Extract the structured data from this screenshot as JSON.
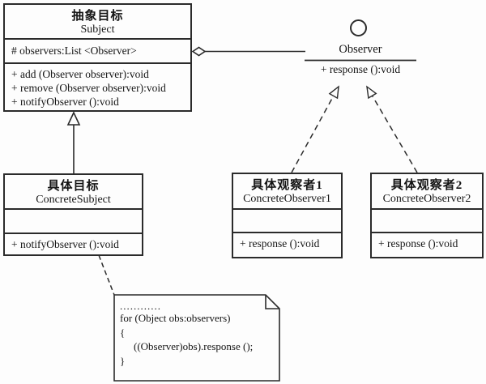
{
  "classes": {
    "subject": {
      "name_cn": "抽象目标",
      "name_en": "Subject",
      "attributes": [
        "# observers:List <Observer>"
      ],
      "methods": [
        "+ add (Observer observer):void",
        "+ remove (Observer observer):void",
        "+ notifyObserver ():void"
      ]
    },
    "concrete_subject": {
      "name_cn": "具体目标",
      "name_en": "ConcreteSubject",
      "methods": [
        "+ notifyObserver ():void"
      ]
    },
    "concrete_observer1": {
      "name_cn": "具体观察者1",
      "name_en": "ConcreteObserver1",
      "methods": [
        "+ response ():void"
      ]
    },
    "concrete_observer2": {
      "name_cn": "具体观察者2",
      "name_en": "ConcreteObserver2",
      "methods": [
        "+ response ():void"
      ]
    }
  },
  "interface_observer": {
    "name": "Observer",
    "method": "+ response ():void"
  },
  "note": {
    "lines": [
      "............",
      "for (Object obs:observers)",
      "{",
      "((Observer)obs).response ();",
      "}"
    ]
  },
  "colors": {
    "line": "#2b2b2b",
    "background": "#fdfdfd",
    "text": "#141414"
  }
}
